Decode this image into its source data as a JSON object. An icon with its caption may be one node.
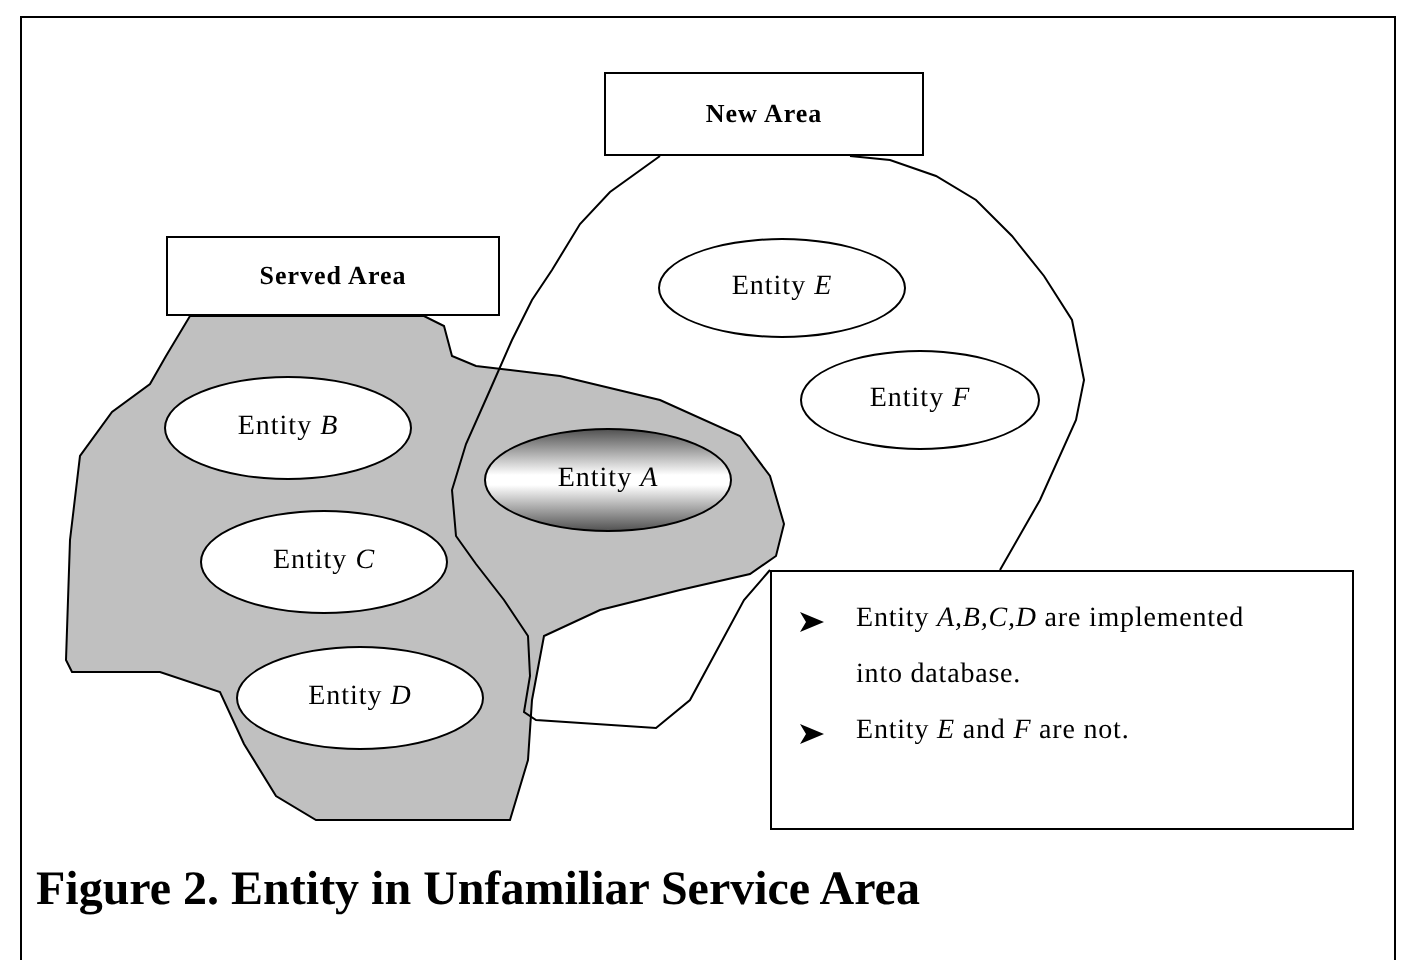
{
  "diagram": {
    "caption": "Figure 2. Entity in Unfamiliar Service Area",
    "nodes": [
      {
        "text": [
          "New Area"
        ]
      },
      {
        "text": [
          "Entity *E*"
        ]
      },
      {
        "text": [
          "Served Area"
        ]
      },
      {
        "text": [
          "Entity *B*"
        ]
      },
      {
        "text": [
          "Entity *A*"
        ]
      },
      {
        "text": [
          "Entity *F*"
        ]
      },
      {
        "text": [
          "Entity *C*"
        ]
      },
      {
        "text": [
          "Entity *D*"
        ]
      },
      {
        "text": [
          "Entity *A,B,C,D* are implemented into database.",
          "Entity *E* and *F* are not."
        ]
      }
    ]
  }
}
